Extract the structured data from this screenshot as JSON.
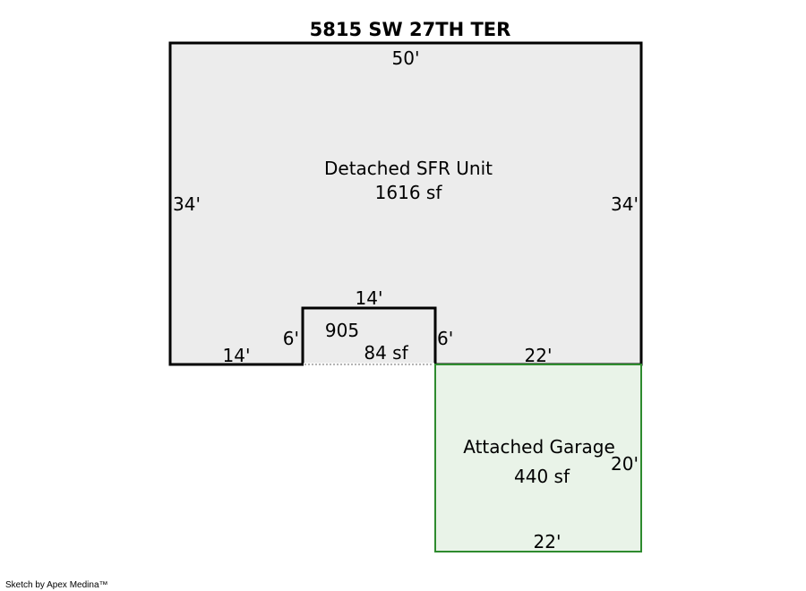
{
  "sketch": {
    "address": "5815 SW 27TH TER",
    "credit": "Sketch by Apex Medina™"
  },
  "main_unit": {
    "name": "Detached SFR Unit",
    "area": "1616 sf",
    "fill": "#ececec",
    "stroke": "#000000",
    "dims": {
      "top": "50'",
      "left": "34'",
      "right": "34'",
      "bottom_left": "14'",
      "bottom_right": "22'"
    }
  },
  "addition": {
    "code": "905",
    "area": "84 sf",
    "dims": {
      "top": "14'",
      "left": "6'",
      "right": "6'"
    }
  },
  "garage": {
    "name": "Attached Garage",
    "area": "440 sf",
    "fill": "#e9f3e8",
    "stroke": "#2e8b2e",
    "dims": {
      "right": "20'",
      "bottom": "22'"
    }
  }
}
